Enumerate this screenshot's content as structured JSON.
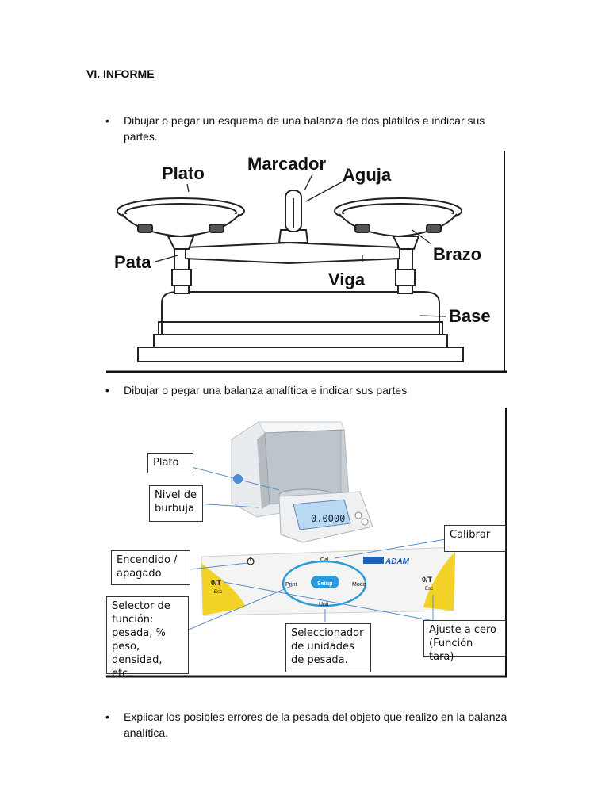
{
  "heading": "VI. INFORME",
  "bullets": [
    "Dibujar o pegar un esquema de una balanza de dos platillos e indicar sus partes.",
    "Dibujar o pegar una balanza analítica e indicar sus partes",
    "Explicar los posibles errores de la pesada del objeto que realizo en la balanza analítica."
  ],
  "bullet_symbol": "•",
  "figure1": {
    "labels": {
      "plato": "Plato",
      "marcador": "Marcador",
      "aguja": "Aguja",
      "pata": "Pata",
      "brazo": "Brazo",
      "viga": "Viga",
      "base": "Base"
    }
  },
  "figure2": {
    "callouts": {
      "plato": "Plato",
      "nivel": "Nivel de burbuja",
      "calibrar": "Calibrar",
      "encendido": "Encendido / apagado",
      "selector": "Selector de función: pesada, % peso, densidad, etc.",
      "seleccionador": "Seleccionador de unidades de pesada.",
      "ajuste": "Ajuste a cero (Función tara)"
    },
    "panel": {
      "cal": "Cal",
      "print": "Print",
      "mode": "Mode",
      "unit": "Unit",
      "setup": "Setup",
      "tare_left": "0/T",
      "tare_right": "0/T",
      "esc": "Esc",
      "brand": "ADAM",
      "display": "0.0000"
    }
  }
}
